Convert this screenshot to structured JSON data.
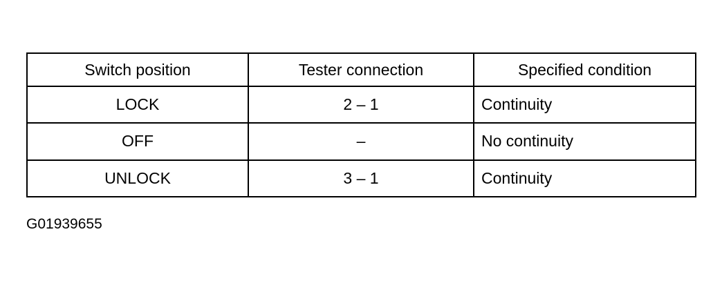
{
  "table": {
    "headers": [
      "Switch position",
      "Tester connection",
      "Specified condition"
    ],
    "rows": [
      [
        "LOCK",
        "2 – 1",
        "Continuity"
      ],
      [
        "OFF",
        "–",
        "No continuity"
      ],
      [
        "UNLOCK",
        "3 – 1",
        "Continuity"
      ]
    ]
  },
  "figure_id": "G01939655"
}
